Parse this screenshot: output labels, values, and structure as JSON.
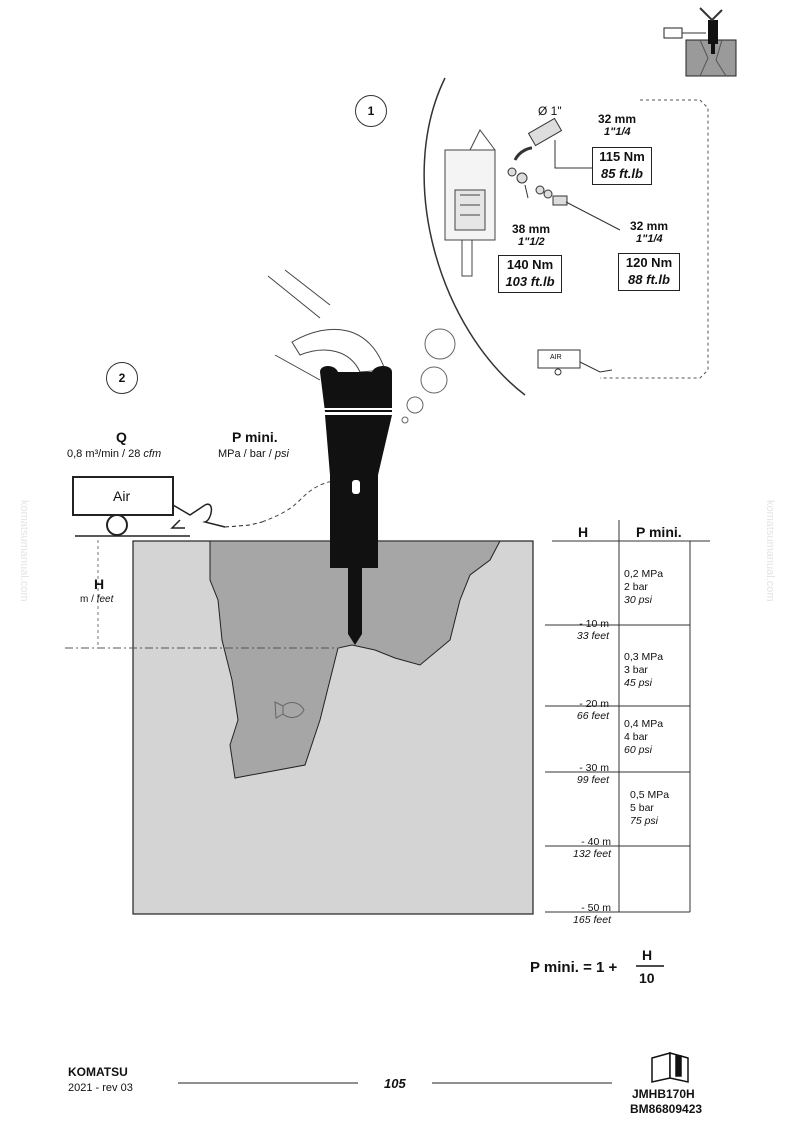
{
  "watermark": "komatsumanual.com",
  "callout1": {
    "number": "1",
    "diameter": "Ø 1\"",
    "fitting_a": {
      "size_mm": "32 mm",
      "size_in": "1\"1/4",
      "torque_nm": "115 Nm",
      "torque_ftlb": "85 ft.lb"
    },
    "fitting_b": {
      "size_mm": "38 mm",
      "size_in": "1\"1/2",
      "torque_nm": "140 Nm",
      "torque_ftlb": "103 ft.lb"
    },
    "fitting_c": {
      "size_mm": "32 mm",
      "size_in": "1\"1/4",
      "torque_nm": "120 Nm",
      "torque_ftlb": "88 ft.lb"
    },
    "compressor_label": "AIR"
  },
  "callout2": {
    "number": "2",
    "q_label": "Q",
    "q_value": "0,8 m³/min / 28",
    "q_unit": "cfm",
    "p_label": "P mini.",
    "p_units": "MPa / bar /",
    "p_units_italic": "psi",
    "compressor_label": "Air",
    "h_label": "H",
    "h_units": "m /",
    "h_units_italic": "feet"
  },
  "depth_table": {
    "col_h": "H",
    "col_p": "P mini.",
    "pressures": [
      {
        "mpa": "0,2 MPa",
        "bar": "2 bar",
        "psi": "30 psi"
      },
      {
        "mpa": "0,3 MPa",
        "bar": "3 bar",
        "psi": "45 psi"
      },
      {
        "mpa": "0,4 MPa",
        "bar": "4 bar",
        "psi": "60 psi"
      },
      {
        "mpa": "0,5 MPa",
        "bar": "5 bar",
        "psi": "75 psi"
      }
    ],
    "depths": [
      {
        "m": "- 10 m",
        "ft": "33 feet"
      },
      {
        "m": "- 20 m",
        "ft": "66 feet"
      },
      {
        "m": "- 30 m",
        "ft": "99 feet"
      },
      {
        "m": "- 40 m",
        "ft": "132 feet"
      },
      {
        "m": "- 50 m",
        "ft": "165 feet"
      }
    ]
  },
  "formula": {
    "lhs": "P mini. = 1 +",
    "numerator": "H",
    "denominator": "10"
  },
  "footer": {
    "brand": "KOMATSU",
    "year_rev": "2021 -  rev 03",
    "page_number": "105",
    "model": "JMHB170H",
    "doc_code": "BM86809423"
  }
}
